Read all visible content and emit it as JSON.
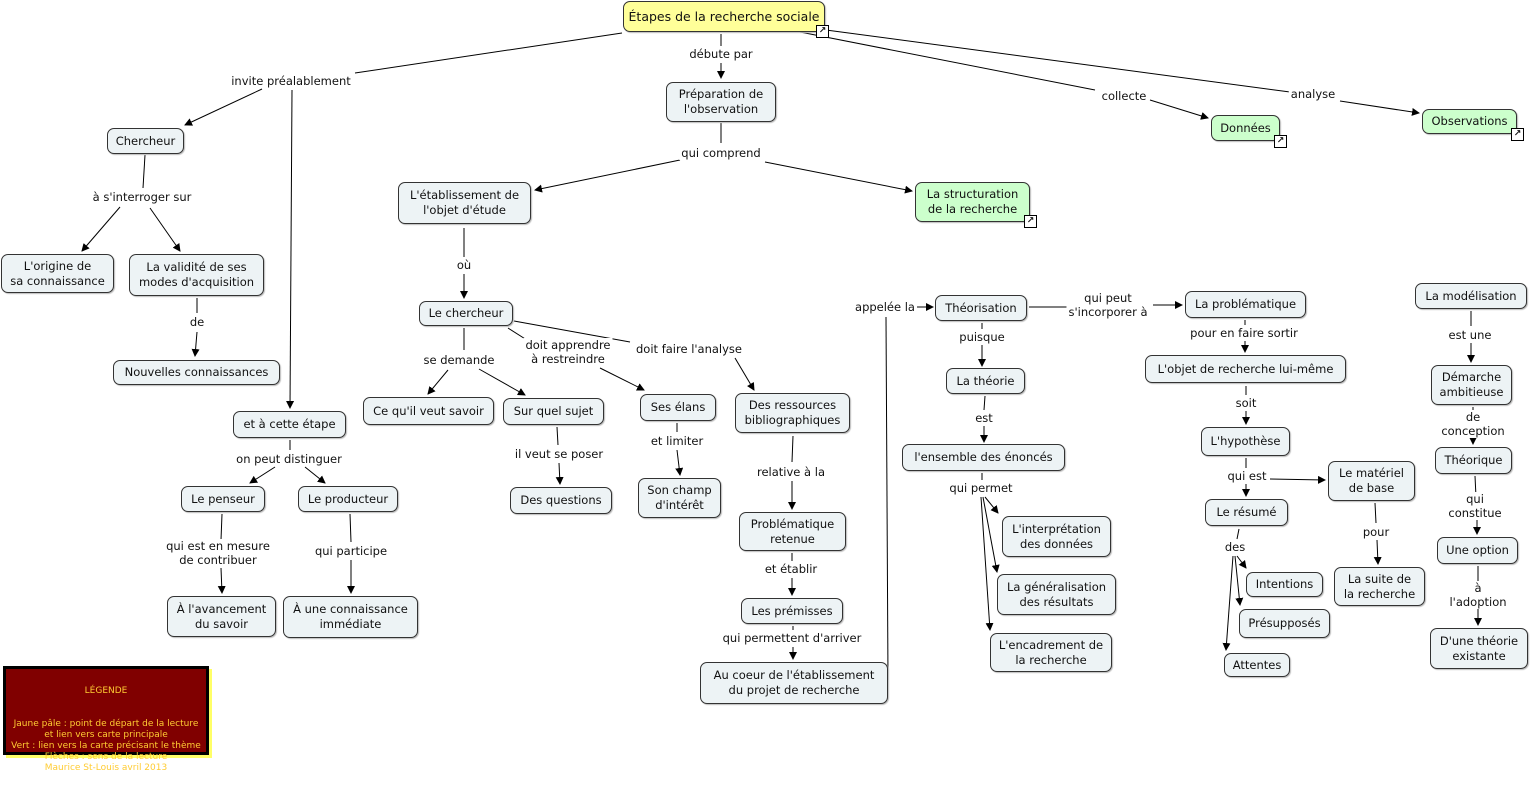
{
  "nodes": {
    "root": "Étapes de la recherche sociale",
    "prep": "Préparation de\nl'observation",
    "chercheur": "Chercheur",
    "donnees": "Données",
    "observations": "Observations",
    "etab": "L'établissement de\nl'objet d'étude",
    "struct": "La structuration\nde la recherche",
    "origine": "L'origine de\nsa connaissance",
    "validite": "La validité de ses\nmodes d'acquisition",
    "nouvelles": "Nouvelles connaissances",
    "lechercheur": "Le chercheur",
    "savoir": "Ce qu'il veut savoir",
    "sujet": "Sur quel sujet",
    "elans": "Ses élans",
    "ressources": "Des ressources\nbibliographiques",
    "etape": "et à cette étape",
    "penseur": "Le penseur",
    "producteur": "Le producteur",
    "questions": "Des questions",
    "champ": "Son champ\nd'intérêt",
    "problretenue": "Problématique\nretenue",
    "avancement": "À l'avancement\ndu savoir",
    "connaissance": "À une connaissance\nimmédiate",
    "premisses": "Les prémisses",
    "coeur": "Au coeur de l'établissement\ndu projet de recherche",
    "theorisation": "Théorisation",
    "theorie": "La théorie",
    "ensemble": "l'ensemble des énoncés",
    "interpretation": "L'interprétation\ndes données",
    "generalisation": "La généralisation\ndes résultats",
    "encadrement": "L'encadrement de\nla recherche",
    "problematique": "La problématique",
    "objet": "L'objet de recherche lui-même",
    "hypothese": "L'hypothèse",
    "materiel": "Le matériel\nde base",
    "resume": "Le résumé",
    "intentions": "Intentions",
    "presupposes": "Présupposés",
    "attentes": "Attentes",
    "suite": "La suite de\nla recherche",
    "modelisation": "La modélisation",
    "demarche": "Démarche\nambitieuse",
    "theorique": "Théorique",
    "option": "Une option",
    "existante": "D'une théorie\nexistante"
  },
  "links": {
    "invite": "invite préalablement",
    "debute": "débute par",
    "collecte": "collecte",
    "analyse": "analyse",
    "comprend": "qui comprend",
    "interroger": "à s'interroger sur",
    "ou": "où",
    "de": "de",
    "appelee": "appelée la",
    "incorporer": "qui peut\ns'incorporer à",
    "puisque": "puisque",
    "est": "est",
    "permet": "qui permet",
    "sortir": "pour en faire sortir",
    "soit": "soit",
    "quiest": "qui est",
    "des": "des",
    "pour": "pour",
    "estune": "est une",
    "conception": "de conception",
    "constitue": "qui constitue",
    "adoption": "à l'adoption",
    "demande": "se demande",
    "restreindre": "doit apprendre\nà restreindre",
    "analyseF": "doit faire l'analyse",
    "distinguer": "on peut distinguer",
    "poser": "il veut se poser",
    "limiter": "et limiter",
    "relative": "relative à la",
    "contribuer": "qui est en mesure\nde contribuer",
    "participe": "qui participe",
    "etablir": "et établir",
    "arriver": "qui permettent d'arriver"
  },
  "legend": {
    "title": "LÉGENDE",
    "text": "Jaune pâle : point de départ de la lecture\net lien vers carte principale\nVert : lien vers la carte précisant le thème\nFlèches : sens de la lecture\nMaurice St-Louis avril 2013"
  },
  "colors": {
    "root": "#ffff99",
    "link_node": "#ccffcc",
    "concept": "#edf3f5",
    "legend_bg": "#800000",
    "legend_text": "#ffcc33"
  },
  "icons": {
    "submap_link": "arrow-up-right-icon"
  }
}
